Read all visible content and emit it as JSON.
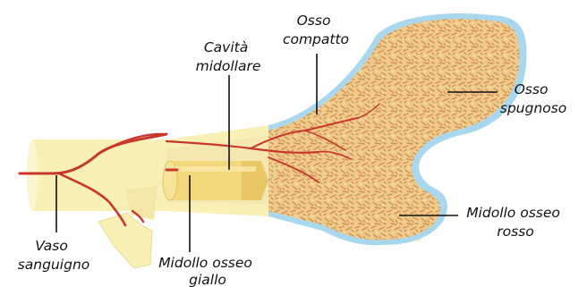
{
  "labels": {
    "osso_compatto": [
      "Osso",
      "compatto"
    ],
    "cavita_midollare": [
      "Cavità",
      "midollare"
    ],
    "osso_spugnoso": [
      "Osso",
      "spugnoso"
    ],
    "midollo_osseo_rosso": [
      "Midollo osseo",
      "rosso"
    ],
    "midollo_osseo_giallo": [
      "Midollo osseo",
      "giallo"
    ],
    "vaso_sanguigno": [
      "Vaso",
      "sanguigno"
    ]
  },
  "colors": {
    "compact_bone": "#f9f0b6",
    "spongy_bone": "#eccb8c",
    "periosteum_rim": "#a9d8ee",
    "yellow_marrow": "#f3d77b",
    "blood_vessel": "#c8372d",
    "label_text": "#111111"
  }
}
